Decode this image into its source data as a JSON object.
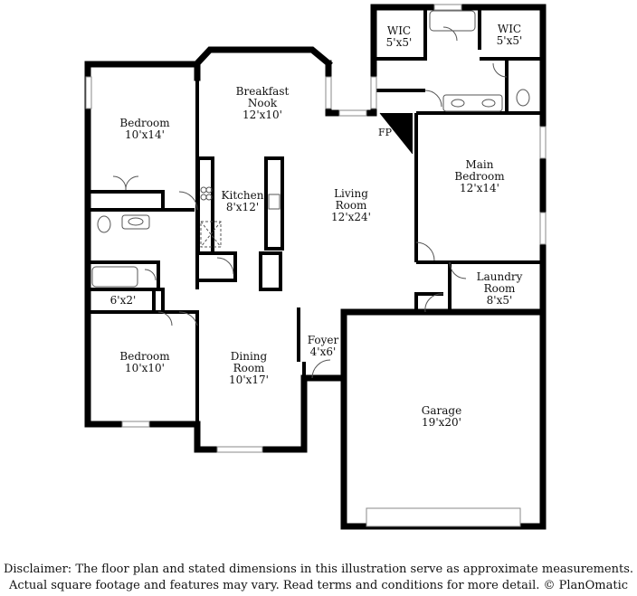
{
  "rooms": {
    "breakfast": {
      "name": "Breakfast\nNook",
      "dim": "12'x10'"
    },
    "bedroom_top": {
      "name": "Bedroom",
      "dim": "10'x14'"
    },
    "kitchen": {
      "name": "Kitchen",
      "dim": "8'x12'"
    },
    "living": {
      "name": "Living\nRoom",
      "dim": "12'x24'"
    },
    "wic_left": {
      "name": "WIC",
      "dim": "5'x5'"
    },
    "wic_right": {
      "name": "WIC",
      "dim": "5'x5'"
    },
    "main_bedroom": {
      "name": "Main\nBedroom",
      "dim": "12'x14'"
    },
    "laundry": {
      "name": "Laundry\nRoom",
      "dim": "8'x5'"
    },
    "closet": {
      "name": "",
      "dim": "6'x2'"
    },
    "bedroom_bottom": {
      "name": "Bedroom",
      "dim": "10'x10'"
    },
    "dining": {
      "name": "Dining\nRoom",
      "dim": "10'x17'"
    },
    "foyer": {
      "name": "Foyer",
      "dim": "4'x6'"
    },
    "garage": {
      "name": "Garage",
      "dim": "19'x20'"
    }
  },
  "fireplace_label": "FP",
  "disclaimer": {
    "line1": "Disclaimer: The floor plan and stated dimensions in this illustration serve as approximate measurements.",
    "line2": "Actual square footage and features may vary. Read terms and conditions for more detail. © PlanOmatic"
  }
}
